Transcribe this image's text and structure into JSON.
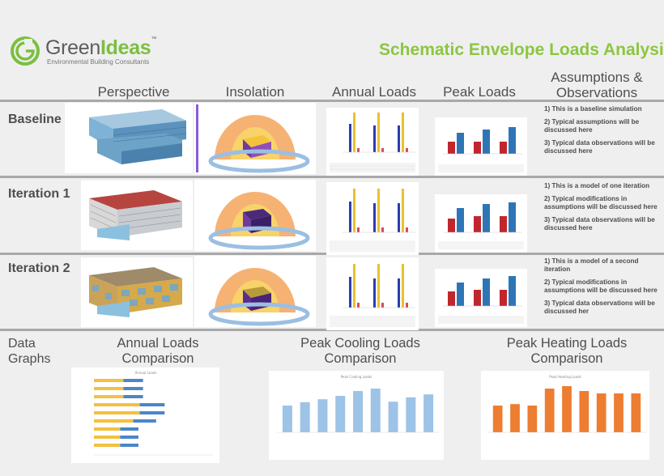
{
  "logo": {
    "green": "Green",
    "ideas": "Ideas",
    "tm": "™",
    "tagline": "Environmental Building Consultants"
  },
  "title": "Schematic Envelope Loads Analysis",
  "columns": {
    "perspective": "Perspective",
    "insolation": "Insolation",
    "annual": "Annual Loads",
    "peak": "Peak Loads",
    "assumptions_line1": "Assumptions &",
    "assumptions_line2": "Observations"
  },
  "rows": [
    {
      "label": "Baseline",
      "notes": [
        "1) This is a baseline simulation",
        "2) Typical assumptions will be discussed here",
        "3) Typical data observations will be discussed here"
      ]
    },
    {
      "label": "Iteration 1",
      "notes": [
        "1) This is a model of one iteration",
        "2) Typical modifications in assumptions will be discussed here",
        "3) Typical data observations will be discussed here"
      ]
    },
    {
      "label": "Iteration 2",
      "notes": [
        "1) This is a model of a second iteration",
        "2) Typical modifications in assumptions will be discussed here",
        "3) Typical data observations will be discussed her"
      ]
    }
  ],
  "data_graphs": {
    "label_line1": "Data",
    "label_line2": "Graphs",
    "annual_head1": "Annual Loads",
    "annual_head2": "Comparison",
    "cooling_head1": "Peak Cooling Loads",
    "cooling_head2": "Comparison",
    "heating_head1": "Peak Heating Loads",
    "heating_head2": "Comparison",
    "annual_chart_title": "Annual Loads",
    "cooling_chart_title": "Peak Cooling Loads",
    "heating_chart_title": "Peak Heating Loads"
  },
  "colors": {
    "accent": "#8cc641",
    "cooling": "#9dc3e6",
    "heating": "#ed7d31",
    "annual_yellow": "#f4c040",
    "annual_blue": "#4a86c8",
    "peak_red": "#c0272d",
    "peak_blue": "#2e75b6"
  },
  "chart_data": [
    {
      "type": "bar",
      "title": "Annual Loads",
      "orientation": "horizontal",
      "series": [
        {
          "values": [
            0.45,
            0.45,
            0.45,
            0.7,
            0.7,
            0.6,
            0.4,
            0.4,
            0.4
          ]
        },
        {
          "values": [
            0.3,
            0.3,
            0.3,
            0.38,
            0.38,
            0.35,
            0.28,
            0.28,
            0.28
          ]
        }
      ]
    },
    {
      "type": "bar",
      "title": "Peak Cooling Loads",
      "values": [
        55,
        62,
        68,
        75,
        85,
        90,
        63,
        72,
        78
      ]
    },
    {
      "type": "bar",
      "title": "Peak Heating Loads",
      "values": [
        55,
        58,
        55,
        90,
        95,
        85,
        80,
        80,
        80
      ]
    }
  ]
}
